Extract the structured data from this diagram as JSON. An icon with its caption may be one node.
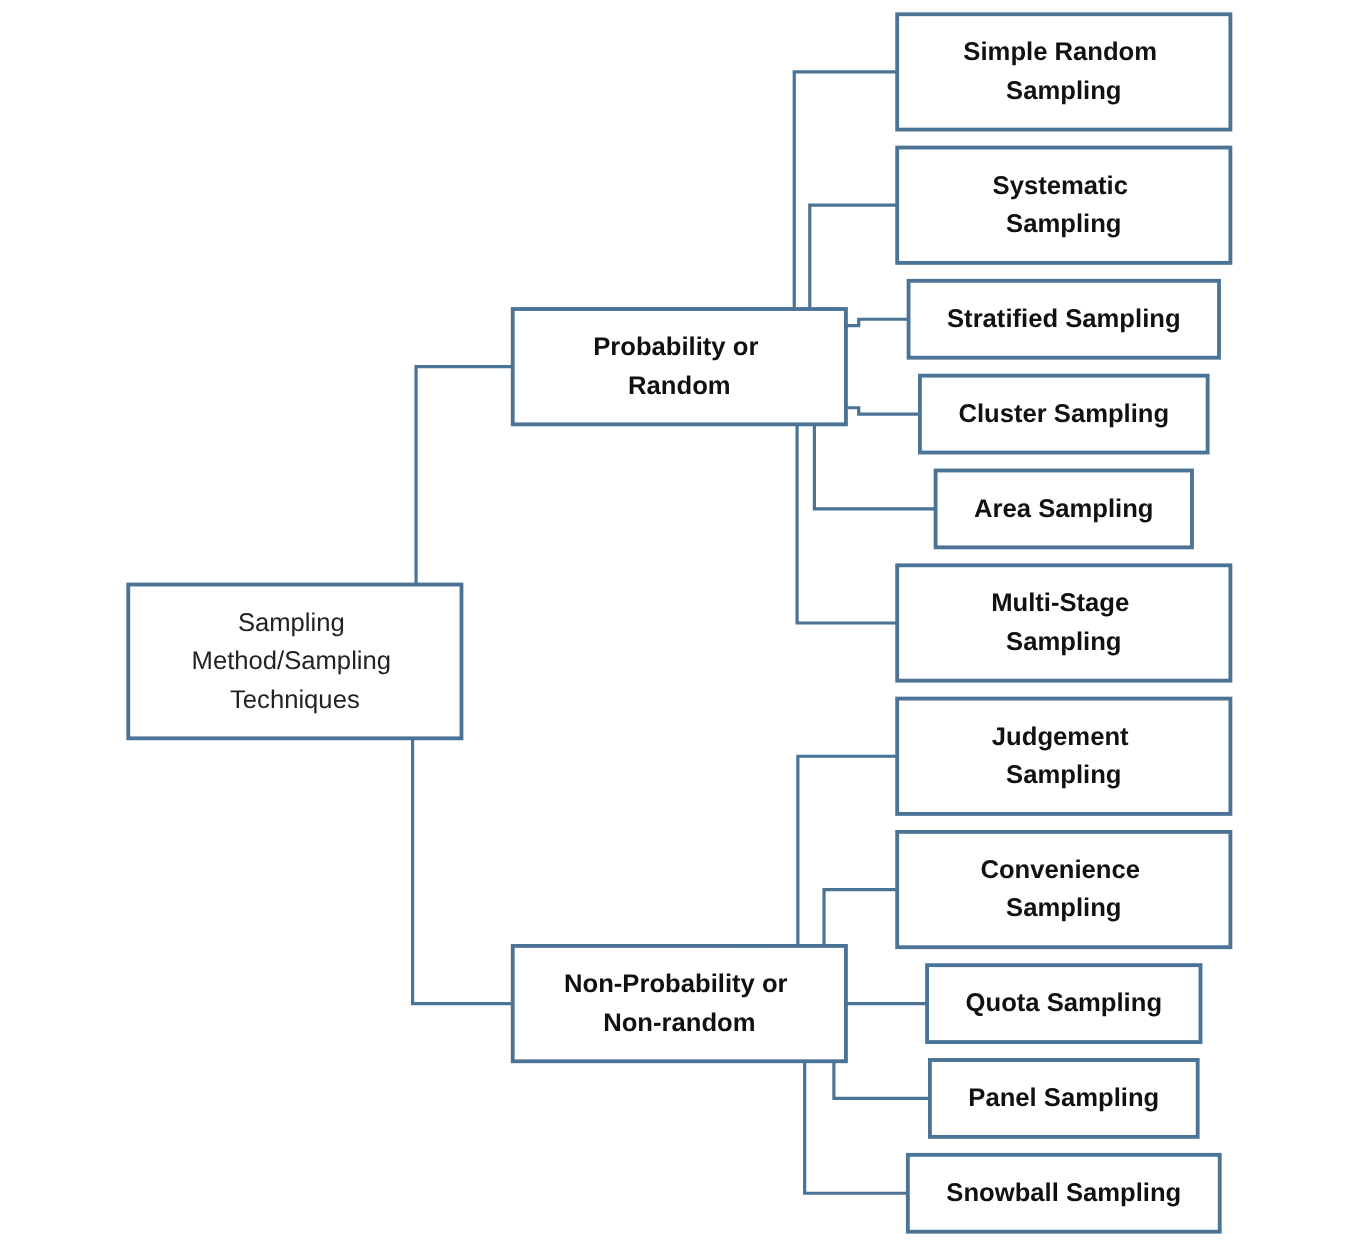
{
  "diagram": {
    "nodes": [
      {
        "text": [
          "Sampling Method/Sampling Techniques"
        ]
      },
      {
        "text": [
          "Probability or Random"
        ]
      },
      {
        "text": [
          "Non-Probability or Non-random"
        ]
      },
      {
        "text": [
          "Simple Random Sampling"
        ]
      },
      {
        "text": [
          "Systematic Sampling"
        ]
      },
      {
        "text": [
          "Stratified Sampling"
        ]
      },
      {
        "text": [
          "Cluster Sampling"
        ]
      },
      {
        "text": [
          "Area Sampling"
        ]
      },
      {
        "text": [
          "Multi-Stage Sampling"
        ]
      },
      {
        "text": [
          "Judgement Sampling"
        ]
      },
      {
        "text": [
          "Convenience Sampling"
        ]
      },
      {
        "text": [
          "Quota Sampling"
        ]
      },
      {
        "text": [
          "Panel Sampling"
        ]
      },
      {
        "text": [
          "Snowball Sampling"
        ]
      }
    ],
    "edges": [
      {
        "from": 0,
        "to": 1,
        "arrow": "none"
      },
      {
        "from": 0,
        "to": 2,
        "arrow": "none"
      },
      {
        "from": 1,
        "to": 3,
        "arrow": "none"
      },
      {
        "from": 1,
        "to": 4,
        "arrow": "none"
      },
      {
        "from": 1,
        "to": 5,
        "arrow": "none"
      },
      {
        "from": 1,
        "to": 6,
        "arrow": "none"
      },
      {
        "from": 1,
        "to": 7,
        "arrow": "none"
      },
      {
        "from": 1,
        "to": 8,
        "arrow": "none"
      },
      {
        "from": 2,
        "to": 9,
        "arrow": "none"
      },
      {
        "from": 2,
        "to": 10,
        "arrow": "none"
      },
      {
        "from": 2,
        "to": 11,
        "arrow": "none"
      },
      {
        "from": 2,
        "to": 12,
        "arrow": "none"
      },
      {
        "from": 2,
        "to": 13,
        "arrow": "none"
      }
    ]
  }
}
